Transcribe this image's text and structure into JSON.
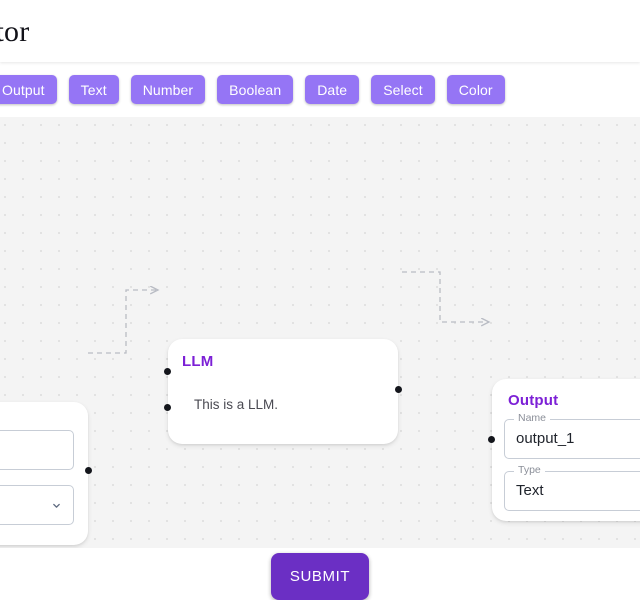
{
  "header": {
    "title": "e Editor"
  },
  "toolbar": {
    "buttons": [
      {
        "label": "Output",
        "clipped": true
      },
      {
        "label": "Text",
        "clipped": false
      },
      {
        "label": "Number",
        "clipped": false
      },
      {
        "label": "Boolean",
        "clipped": false
      },
      {
        "label": "Date",
        "clipped": false
      },
      {
        "label": "Select",
        "clipped": false
      },
      {
        "label": "Color",
        "clipped": false
      }
    ],
    "button_color": "#9575f5",
    "button_text_color": "#ffffff"
  },
  "canvas": {
    "background_color": "#f4f4f4",
    "dot_color": "#e2e2e2",
    "dot_spacing": 18,
    "nodes": [
      {
        "id": "input",
        "title": "",
        "fields": [
          {
            "label": "",
            "value": "",
            "type": "text"
          },
          {
            "label": "",
            "value": "",
            "type": "select"
          }
        ]
      },
      {
        "id": "llm",
        "title": "LLM",
        "body_text": "This is a LLM.",
        "title_color": "#7c20d6"
      },
      {
        "id": "output",
        "title": "Output",
        "title_color": "#7c20d6",
        "fields": [
          {
            "label": "Name",
            "value": "output_1",
            "type": "text"
          },
          {
            "label": "Type",
            "value": "Text",
            "type": "text"
          }
        ]
      }
    ],
    "edges": [
      {
        "from": "input-output-handle",
        "to": "llm-input-handle",
        "style": "dashed"
      },
      {
        "from": "llm-output-handle",
        "to": "output-input-handle",
        "style": "dashed"
      }
    ],
    "edge_color": "#b9bcc4"
  },
  "footer": {
    "submit_label": "SUBMIT",
    "submit_color": "#6b2fc4"
  }
}
